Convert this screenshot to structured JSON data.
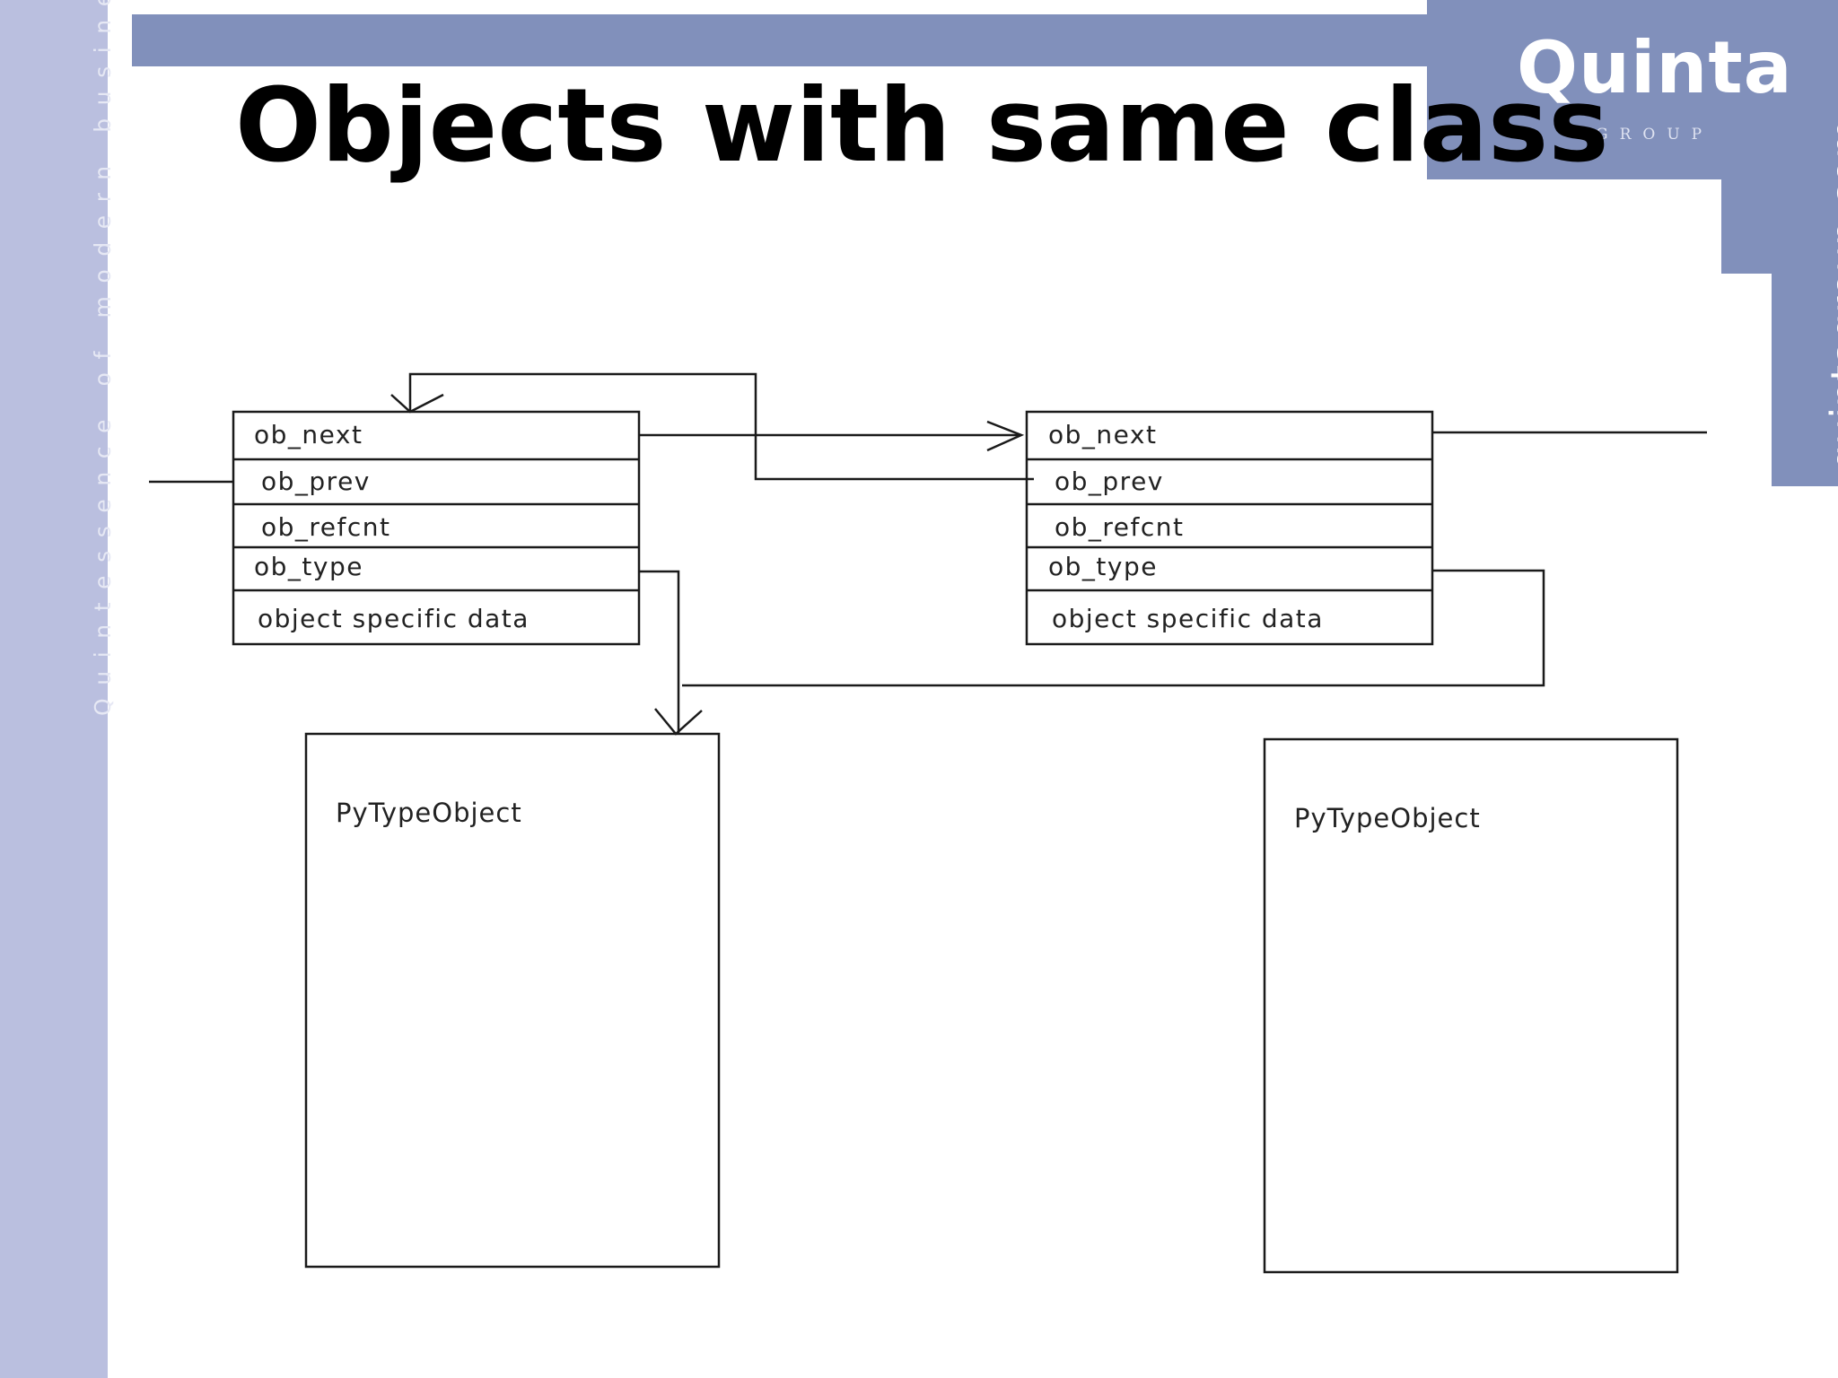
{
  "slide": {
    "title": "Objects with same class",
    "tagline": "Quintessence of modern business",
    "logo_wordmark": "Quinta",
    "logo_sub": "GROUP",
    "domain": "quintagroup.com"
  },
  "diagram": {
    "objects": [
      {
        "fields": [
          "ob_next",
          "ob_prev",
          "ob_refcnt",
          "ob_type",
          "object specific data"
        ]
      },
      {
        "fields": [
          "ob_next",
          "ob_prev",
          "ob_refcnt",
          "ob_type",
          "object specific data"
        ]
      }
    ],
    "type_objects": [
      {
        "label": "PyTypeObject"
      },
      {
        "label": "PyTypeObject"
      }
    ]
  }
}
